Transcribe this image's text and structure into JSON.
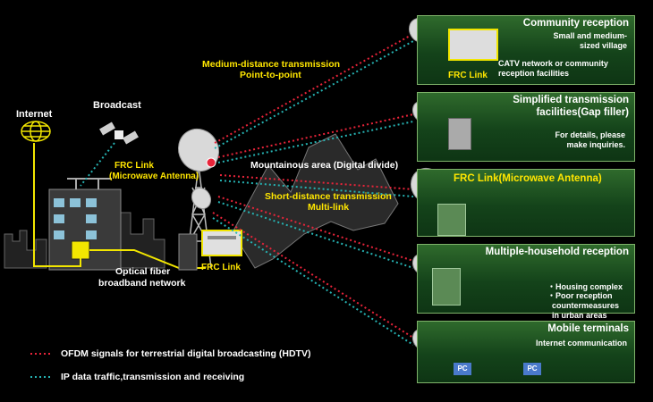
{
  "labels": {
    "internet": "Internet",
    "broadcast": "Broadcast",
    "frc_link_main_1": "FRC Link",
    "frc_link_main_2": "(Microwave Antenna)",
    "frc_link_box": "FRC Link",
    "optical_fiber_1": "Optical fiber",
    "optical_fiber_2": "broadband network",
    "medium_distance_1": "Medium-distance transmission",
    "medium_distance_2": "Point-to-point",
    "mountainous_area": "Mountainous area (Digital divide)",
    "short_distance_1": "Short-distance transmission",
    "short_distance_2": "Multi-link"
  },
  "panels": [
    {
      "title": "Community reception",
      "body": [
        "Small and medium-",
        "sized village"
      ],
      "body2": [
        "CATV network or community",
        "reception facilities"
      ],
      "tag": "FRC Link"
    },
    {
      "title_1": "Simplified transmission",
      "title_2": "facilities(Gap filler)",
      "body": [
        "For details, please",
        "make inquiries."
      ]
    },
    {
      "title": "FRC Link(Microwave Antenna)"
    },
    {
      "title": "Multiple-household reception",
      "body": [
        "・Housing complex",
        "・Poor reception",
        "  countermeasures",
        "  in urban areas"
      ]
    },
    {
      "title": "Mobile terminals",
      "body": [
        "Internet communication"
      ],
      "pc": "PC"
    }
  ],
  "legend": [
    {
      "text": "OFDM signals for terrestrial digital broadcasting (HDTV)",
      "color": "#e8243a"
    },
    {
      "text": "IP data traffic,transmission and receiving",
      "color": "#26b3b3"
    }
  ],
  "colors": {
    "ofdm": "#e8243a",
    "ip": "#26b3b3",
    "fiber": "#f2e600",
    "panel": "#1f5a24"
  }
}
